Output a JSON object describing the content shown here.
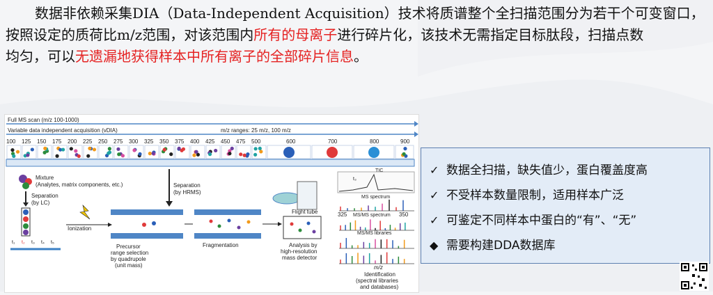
{
  "paragraph": {
    "line1": "数据非依赖采集DIA（Data-Independent Acquisition）技术将质谱整个全扫描范围分为若干个可变窗口，",
    "line2_a": "按照设定的质荷比m/z范围，对该范围内",
    "line2_red": "所有的母离子",
    "line2_b": "进行碎片化，该技术无需指定目标肽段，扫描点数",
    "line3_a": "均匀，可以",
    "line3_red": "无遗漏地获得样本中所有离子的全部碎片信息",
    "line3_b": "。"
  },
  "figure": {
    "full_ms": "Full MS scan (m/z 100-1000)",
    "vdia": "Variable data independent acquisition (vDIA)",
    "mz_ranges": "m/z ranges: 25 m/z, 100 m/z",
    "ticks": [
      "100",
      "125",
      "150",
      "175",
      "200",
      "225",
      "250",
      "275",
      "300",
      "325",
      "350",
      "375",
      "400",
      "425",
      "450",
      "475",
      "500",
      "600",
      "700",
      "800",
      "900"
    ],
    "mixture": "Mixture",
    "mixture_sub": "(Analytes, matrix components, etc.)",
    "separation_lc": "Separation",
    "separation_lc_sub": "(by LC)",
    "separation_hrms": "Separation",
    "separation_hrms_sub": "(by HRMS)",
    "flight_tube": "Flight tube",
    "tic": "TIC",
    "ms_spectrum": "MS spectrum",
    "msms_spectrum": "MS/MS spectrum",
    "msms_libraries": "MS/MS libraries",
    "mz_325": "325",
    "mz_350": "350",
    "ionization": "Ionization",
    "precursor": "Precursor",
    "precursor_sub1": "range selection",
    "precursor_sub2": "by quadrupole",
    "precursor_sub3": "(unit mass)",
    "fragmentation": "Fragmentation",
    "analysis": "Analysis by",
    "analysis_sub1": "high-resolution",
    "analysis_sub2": "mass detector",
    "mz_label": "m/z",
    "identification": "Identification",
    "identification_sub1": "(spectral libraries",
    "identification_sub2": "and databases)",
    "t_labels": [
      "t₁",
      "t₂",
      "t₃",
      "t₄",
      "t₅"
    ],
    "t3": "t₃"
  },
  "box": {
    "items": [
      {
        "marker": "✓",
        "text": "数据全扫描，缺失值少，蛋白覆盖度高"
      },
      {
        "marker": "✓",
        "text": "不受样本数量限制，适用样本广泛"
      },
      {
        "marker": "✓",
        "text": "可鉴定不同样本中蛋白的“有”、“无”"
      },
      {
        "marker": "◆",
        "text": "需要构建DDA数据库"
      }
    ]
  },
  "colors": {
    "accent_red": "#e52222",
    "box_bg": "#e3ecf7",
    "box_border": "#5d7fb0",
    "bar_blue": "#4f86c6"
  }
}
